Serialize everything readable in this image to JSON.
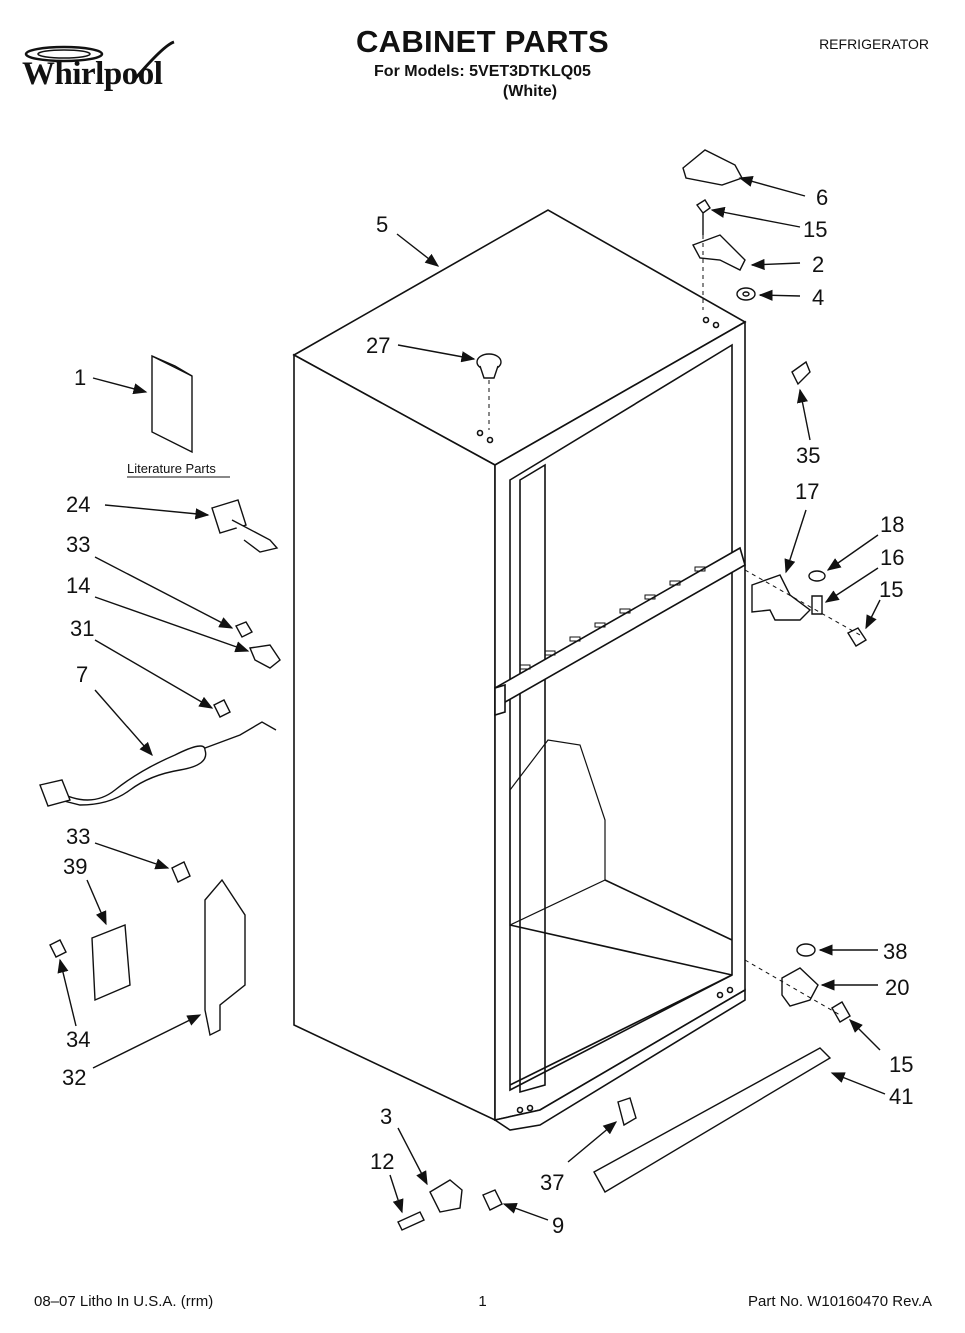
{
  "header": {
    "brand": "Whirlpool",
    "title": "CABINET PARTS",
    "models_line": "For Models: 5VET3DTKLQ05",
    "color_line": "(White)",
    "category": "REFRIGERATOR"
  },
  "diagram": {
    "literature_label": "Literature Parts",
    "callouts": [
      {
        "id": "c6",
        "label": "6"
      },
      {
        "id": "c15a",
        "label": "15"
      },
      {
        "id": "c2",
        "label": "2"
      },
      {
        "id": "c4",
        "label": "4"
      },
      {
        "id": "c5",
        "label": "5"
      },
      {
        "id": "c27",
        "label": "27"
      },
      {
        "id": "c1",
        "label": "1"
      },
      {
        "id": "c35",
        "label": "35"
      },
      {
        "id": "c17",
        "label": "17"
      },
      {
        "id": "c24",
        "label": "24"
      },
      {
        "id": "c18",
        "label": "18"
      },
      {
        "id": "c16",
        "label": "16"
      },
      {
        "id": "c33a",
        "label": "33"
      },
      {
        "id": "c15b",
        "label": "15"
      },
      {
        "id": "c14",
        "label": "14"
      },
      {
        "id": "c31",
        "label": "31"
      },
      {
        "id": "c7",
        "label": "7"
      },
      {
        "id": "c33b",
        "label": "33"
      },
      {
        "id": "c39",
        "label": "39"
      },
      {
        "id": "c38",
        "label": "38"
      },
      {
        "id": "c20",
        "label": "20"
      },
      {
        "id": "c34",
        "label": "34"
      },
      {
        "id": "c15c",
        "label": "15"
      },
      {
        "id": "c32",
        "label": "32"
      },
      {
        "id": "c41",
        "label": "41"
      },
      {
        "id": "c3",
        "label": "3"
      },
      {
        "id": "c12",
        "label": "12"
      },
      {
        "id": "c37",
        "label": "37"
      },
      {
        "id": "c9",
        "label": "9"
      }
    ]
  },
  "footer": {
    "left": "08–07 Litho In U.S.A. (rrm)",
    "page": "1",
    "part_no": "Part No. W10160470 Rev.A"
  }
}
